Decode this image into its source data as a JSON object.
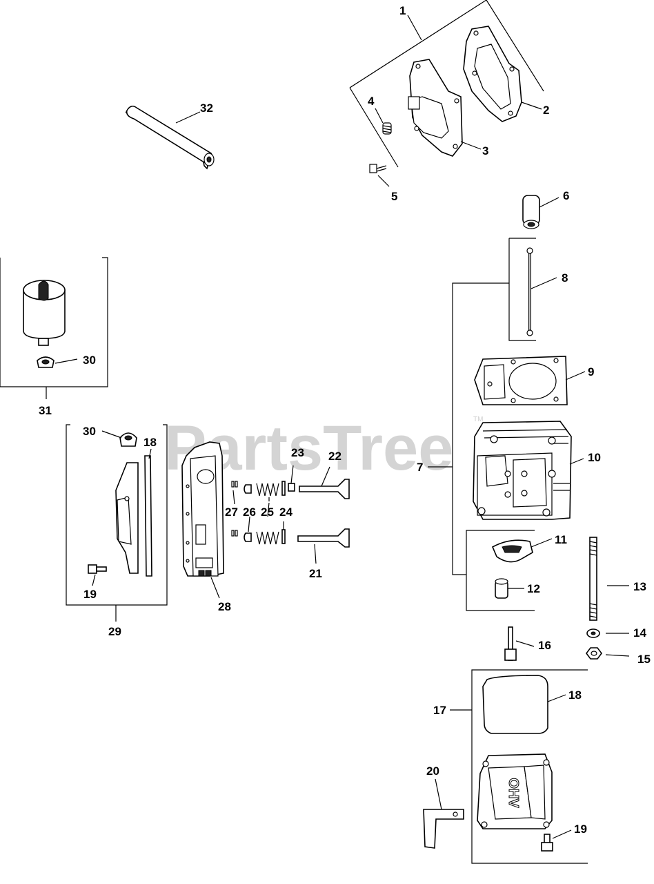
{
  "watermark": {
    "text": "PartsTree",
    "trademark": "TM"
  },
  "callouts": {
    "c1": "1",
    "c2": "2",
    "c3": "3",
    "c4": "4",
    "c5": "5",
    "c6": "6",
    "c7": "7",
    "c8": "8",
    "c9": "9",
    "c10": "10",
    "c11": "11",
    "c12": "12",
    "c13": "13",
    "c14": "14",
    "c15": "15",
    "c16": "16",
    "c17": "17",
    "c18a": "18",
    "c18b": "18",
    "c19a": "19",
    "c19b": "19",
    "c20": "20",
    "c21": "21",
    "c22": "22",
    "c23": "23",
    "c24": "24",
    "c25": "25",
    "c26": "26",
    "c27": "27",
    "c28": "28",
    "c29": "29",
    "c30a": "30",
    "c30b": "30",
    "c31": "31",
    "c32": "32"
  },
  "valve_cover_stamp": "OHV"
}
